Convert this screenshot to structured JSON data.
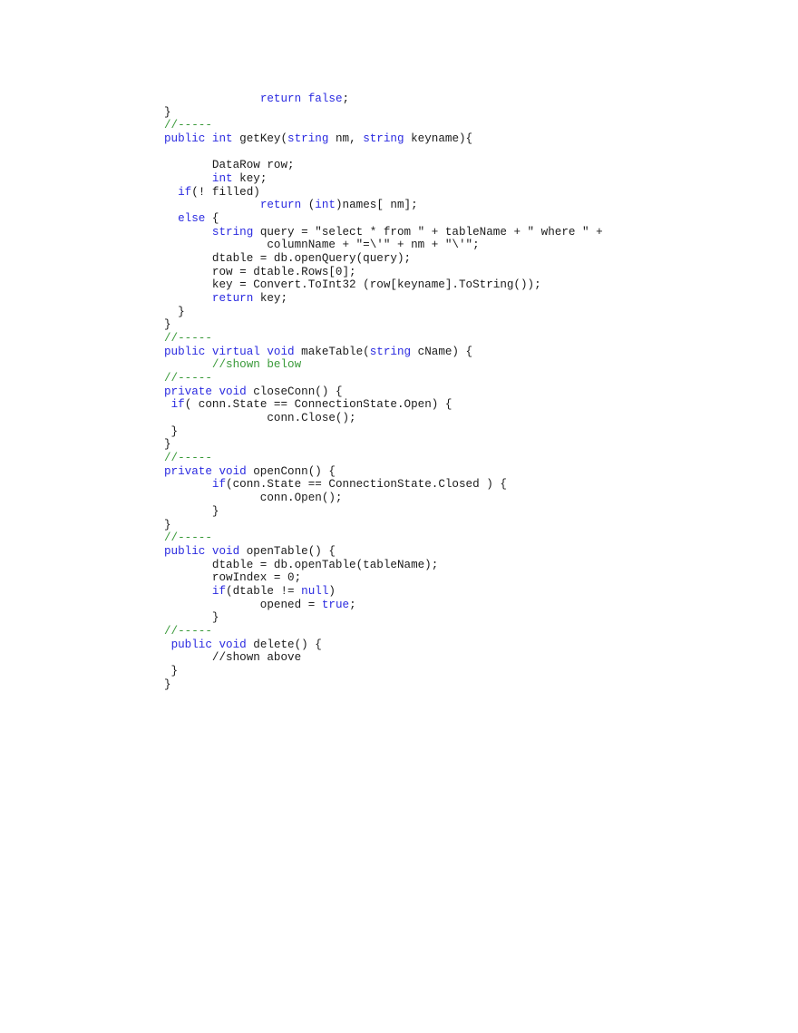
{
  "colors": {
    "keyword": "#2a2ae0",
    "comment": "#3a9a3a",
    "text": "#1a1a1a"
  },
  "code_lines": [
    [
      [
        "              ",
        "tx"
      ],
      [
        "return false",
        "kw"
      ],
      [
        ";",
        "tx"
      ]
    ],
    [
      [
        "}",
        "tx"
      ]
    ],
    [
      [
        "//-----",
        "cm"
      ]
    ],
    [
      [
        "public int ",
        "kw"
      ],
      [
        "getKey(",
        "tx"
      ],
      [
        "string ",
        "kw"
      ],
      [
        "nm, ",
        "tx"
      ],
      [
        "string ",
        "kw"
      ],
      [
        "keyname){",
        "tx"
      ]
    ],
    [],
    [
      [
        "       DataRow row;",
        "tx"
      ]
    ],
    [
      [
        "       ",
        "tx"
      ],
      [
        "int ",
        "kw"
      ],
      [
        "key;",
        "tx"
      ]
    ],
    [
      [
        "  ",
        "tx"
      ],
      [
        "if",
        "kw"
      ],
      [
        "(! filled)",
        "tx"
      ]
    ],
    [
      [
        "              ",
        "tx"
      ],
      [
        "return ",
        "kw"
      ],
      [
        "(",
        "tx"
      ],
      [
        "int",
        "kw"
      ],
      [
        ")names[ nm];",
        "tx"
      ]
    ],
    [
      [
        "  ",
        "tx"
      ],
      [
        "else ",
        "kw"
      ],
      [
        "{",
        "tx"
      ]
    ],
    [
      [
        "       ",
        "tx"
      ],
      [
        "string ",
        "kw"
      ],
      [
        "query = \"select * from \" + tableName + \" where \" +",
        "tx"
      ]
    ],
    [
      [
        "               columnName + \"=\\'\" + nm + \"\\'\";",
        "tx"
      ]
    ],
    [
      [
        "       dtable = db.openQuery(query);",
        "tx"
      ]
    ],
    [
      [
        "       row = dtable.Rows[0];",
        "tx"
      ]
    ],
    [
      [
        "       key = Convert.ToInt32 (row[keyname].ToString());",
        "tx"
      ]
    ],
    [
      [
        "       ",
        "tx"
      ],
      [
        "return ",
        "kw"
      ],
      [
        "key;",
        "tx"
      ]
    ],
    [
      [
        "  }",
        "tx"
      ]
    ],
    [
      [
        "}",
        "tx"
      ]
    ],
    [
      [
        "//-----",
        "cm"
      ]
    ],
    [
      [
        "public virtual void ",
        "kw"
      ],
      [
        "makeTable(",
        "tx"
      ],
      [
        "string ",
        "kw"
      ],
      [
        "cName) {",
        "tx"
      ]
    ],
    [
      [
        "       ",
        "tx"
      ],
      [
        "//shown below",
        "cm"
      ]
    ],
    [
      [
        "//-----",
        "cm"
      ]
    ],
    [
      [
        "private void ",
        "kw"
      ],
      [
        "closeConn() {",
        "tx"
      ]
    ],
    [
      [
        " ",
        "tx"
      ],
      [
        "if",
        "kw"
      ],
      [
        "( conn.State == ConnectionState.Open) {",
        "tx"
      ]
    ],
    [
      [
        "               conn.Close();",
        "tx"
      ]
    ],
    [
      [
        " }",
        "tx"
      ]
    ],
    [
      [
        "}",
        "tx"
      ]
    ],
    [
      [
        "//-----",
        "cm"
      ]
    ],
    [
      [
        "private void ",
        "kw"
      ],
      [
        "openConn() {",
        "tx"
      ]
    ],
    [
      [
        "       ",
        "tx"
      ],
      [
        "if",
        "kw"
      ],
      [
        "(conn.State == ConnectionState.Closed ) {",
        "tx"
      ]
    ],
    [
      [
        "              conn.Open();",
        "tx"
      ]
    ],
    [
      [
        "       }",
        "tx"
      ]
    ],
    [
      [
        "}",
        "tx"
      ]
    ],
    [
      [
        "//-----",
        "cm"
      ]
    ],
    [
      [
        "public void ",
        "kw"
      ],
      [
        "openTable() {",
        "tx"
      ]
    ],
    [
      [
        "       dtable = db.openTable(tableName);",
        "tx"
      ]
    ],
    [
      [
        "       rowIndex = 0;",
        "tx"
      ]
    ],
    [
      [
        "       ",
        "tx"
      ],
      [
        "if",
        "kw"
      ],
      [
        "(dtable != ",
        "tx"
      ],
      [
        "null",
        "kw"
      ],
      [
        ")",
        "tx"
      ]
    ],
    [
      [
        "              opened = ",
        "tx"
      ],
      [
        "true",
        "kw"
      ],
      [
        ";",
        "tx"
      ]
    ],
    [
      [
        "       }",
        "tx"
      ]
    ],
    [
      [
        "//-----",
        "cm"
      ]
    ],
    [
      [
        " ",
        "tx"
      ],
      [
        "public void ",
        "kw"
      ],
      [
        "delete() {",
        "tx"
      ]
    ],
    [
      [
        "       //shown above",
        "tx"
      ]
    ],
    [
      [
        " }",
        "tx"
      ]
    ],
    [
      [
        "}",
        "tx"
      ]
    ]
  ]
}
